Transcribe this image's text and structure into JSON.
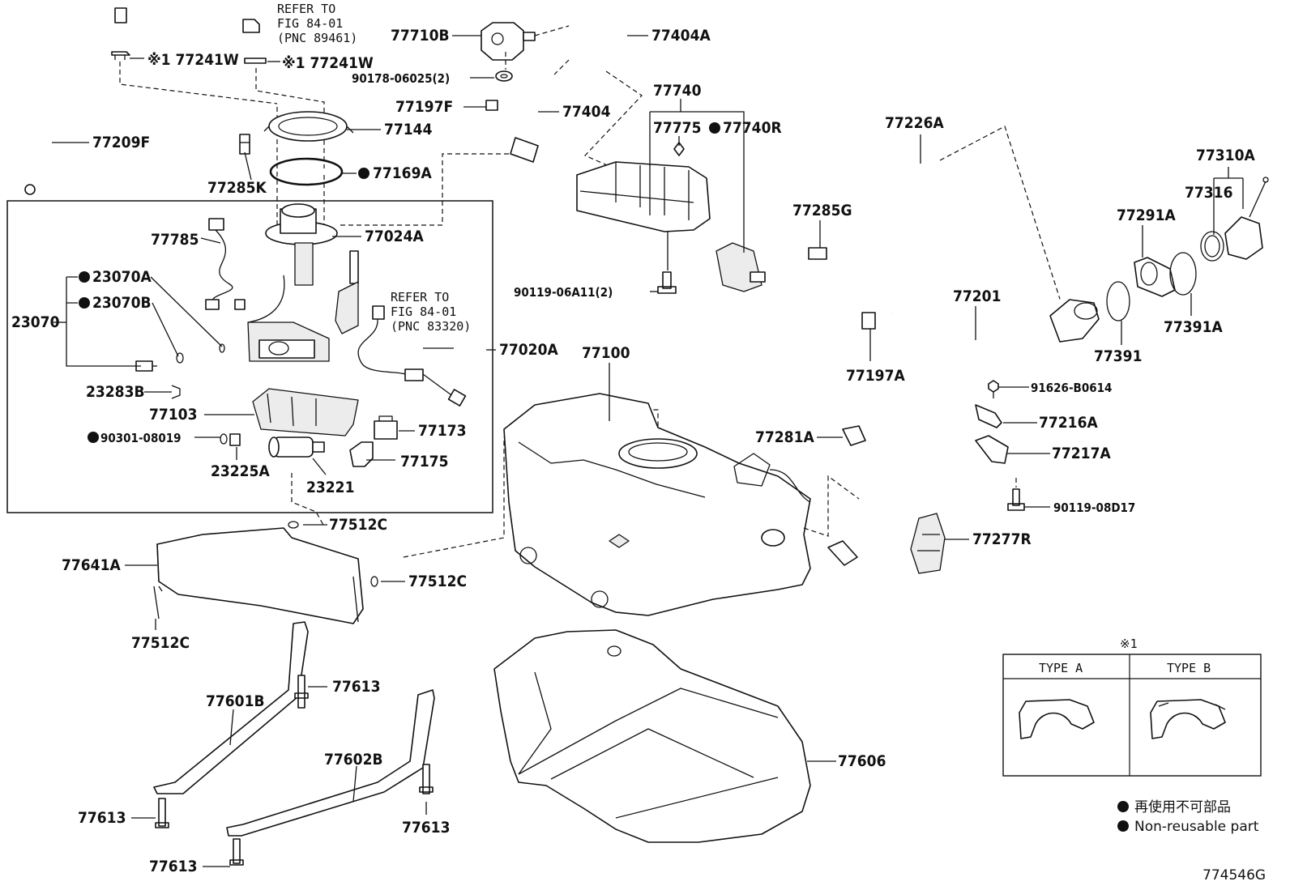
{
  "diagram_id": "774546G",
  "callouts": {
    "c77241W_1": "※1 77241W",
    "c77241W_2": "※1 77241W",
    "c77209F": "77209F",
    "c77285K": "77285K",
    "c77144": "77144",
    "c77169A": "77169A",
    "c77785": "77785",
    "c77024A": "77024A",
    "c23070A": "23070A",
    "c23070B": "23070B",
    "c23070": "23070",
    "c23283B": "23283B",
    "c77103": "77103",
    "c90301": "90301-08019",
    "c23225A": "23225A",
    "c23221": "23221",
    "c77175": "77175",
    "c77173": "77173",
    "c77020A": "77020A",
    "c77512C_1": "77512C",
    "c77512C_2": "77512C",
    "c77512C_3": "77512C",
    "c77641A": "77641A",
    "c77601B": "77601B",
    "c77613_1": "77613",
    "c77613_2": "77613",
    "c77613_3": "77613",
    "c77613_4": "77613",
    "c77602B": "77602B",
    "c77606": "77606",
    "c77710B": "77710B",
    "c77404A": "77404A",
    "c90178": "90178-06025(2)",
    "c77197F": "77197F",
    "c77404": "77404",
    "c77740": "77740",
    "c77775": "77775",
    "c77740R": "77740R",
    "c90119_06A11": "90119-06A11(2)",
    "c77100": "77100",
    "c77226A": "77226A",
    "c77285G": "77285G",
    "c77197A": "77197A",
    "c77201": "77201",
    "c77281A": "77281A",
    "c77277R": "77277R",
    "c77310A": "77310A",
    "c77316": "77316",
    "c77291A": "77291A",
    "c77391A": "77391A",
    "c77391": "77391",
    "c91626": "91626-B0614",
    "c77216A": "77216A",
    "c77217A": "77217A",
    "c90119_08D17": "90119-08D17"
  },
  "refer_notes": [
    {
      "line1": "REFER TO",
      "line2": "FIG 84-01",
      "line3": "(PNC 89461)"
    },
    {
      "line1": "REFER TO",
      "line2": "FIG 84-01",
      "line3": "(PNC 83320)"
    }
  ],
  "type_table": {
    "mark": "※1",
    "type_a": "TYPE A",
    "type_b": "TYPE B"
  },
  "legend": {
    "ja": "再使用不可部品",
    "en": "Non-reusable part"
  }
}
